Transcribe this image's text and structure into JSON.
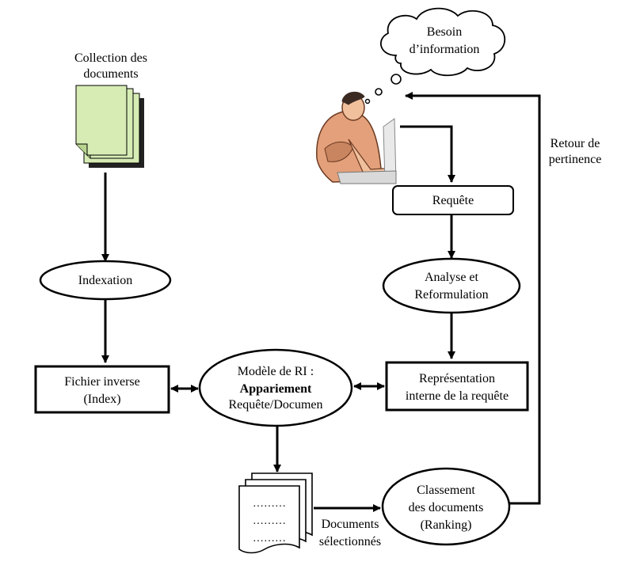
{
  "collection": {
    "line1": "Collection des",
    "line2": "documents"
  },
  "indexation": {
    "label": "Indexation"
  },
  "fichier": {
    "line1": "Fichier inverse",
    "line2": "(Index)"
  },
  "modele": {
    "line1": "Modèle de RI :",
    "line2": "Appariement",
    "line3": "Requête/Documen"
  },
  "representation": {
    "line1": "Représentation",
    "line2": "interne de la requête"
  },
  "besoin": {
    "line1": "Besoin",
    "line2": "d’information"
  },
  "requete": {
    "label": "Requête"
  },
  "analyse": {
    "line1": "Analyse et",
    "line2": "Reformulation"
  },
  "retour": {
    "line1": "Retour de",
    "line2": "pertinence"
  },
  "classement": {
    "line1": "Classement",
    "line2": "des documents",
    "line3": "(Ranking)"
  },
  "selected": {
    "line1": "Documents",
    "line2": "sélectionnés",
    "dots": "………"
  },
  "colors": {
    "doc_fill": "#d6ecb4",
    "line": "#000000",
    "person_skin": "#e3a07a"
  }
}
